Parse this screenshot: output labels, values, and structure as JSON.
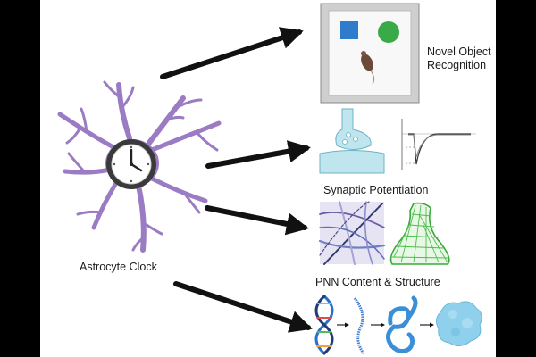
{
  "labels": {
    "astrocyte": "Astrocyte Clock",
    "nor_line1": "Novel Object",
    "nor_line2": "Recognition",
    "synaptic": "Synaptic Potentiation",
    "pnn": "PNN Content & Structure"
  },
  "colors": {
    "astrocyte": "#9b7cc4",
    "astrocyte_dark": "#6a4f94",
    "arrow": "#111111",
    "square": "#2f7ccc",
    "circle": "#3aaa48",
    "synapse": "#bfe6ef",
    "net": "#4cbf4a",
    "dna_blue": "#2b6fcc",
    "protein": "#8fd0ec"
  },
  "icons": [
    "astrocyte-icon",
    "clock-icon",
    "arena-icon",
    "mouse-icon",
    "synapse-icon",
    "trace-icon",
    "matrix-icon",
    "net-icon",
    "dna-icon",
    "strand-icon",
    "coil-icon",
    "protein-icon"
  ]
}
